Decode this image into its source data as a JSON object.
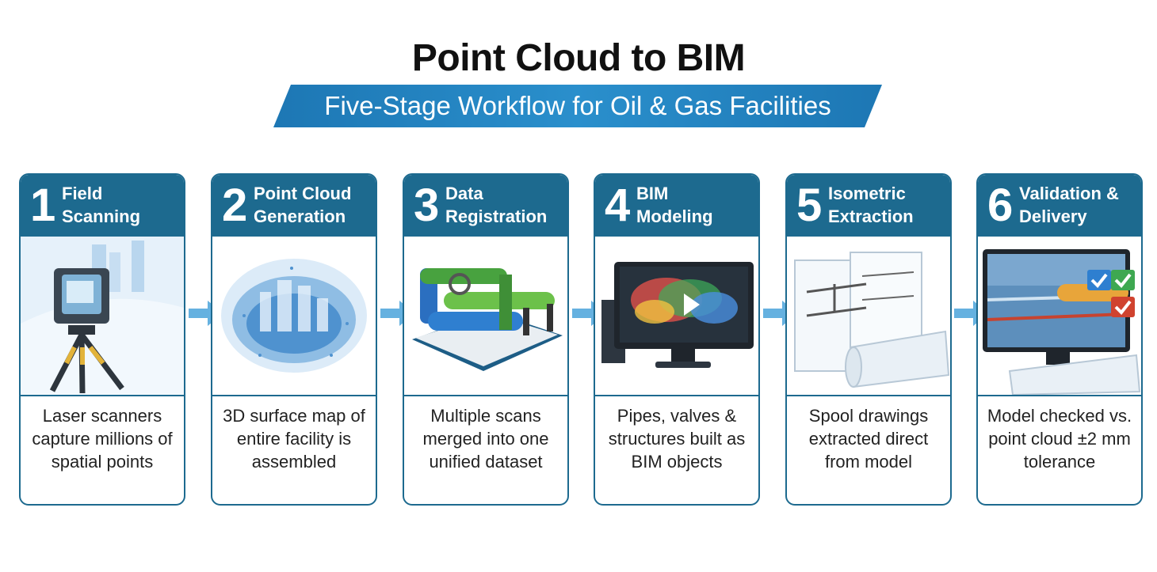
{
  "header": {
    "title": "Point Cloud to BIM",
    "subtitle": "Five-Stage Workflow for Oil & Gas Facilities"
  },
  "colors": {
    "header_bg": "#1d6a8f",
    "banner": "#1d77b4",
    "arrow": "#4aa3da"
  },
  "stages": [
    {
      "number": "1",
      "title": "Field\nScanning",
      "description": "Laser scanners capture millions of spatial points",
      "icon": "laser-scanner-icon"
    },
    {
      "number": "2",
      "title": "Point Cloud\nGeneration",
      "description": "3D surface map of entire facility is assembled",
      "icon": "point-cloud-icon"
    },
    {
      "number": "3",
      "title": "Data\nRegistration",
      "description": "Multiple scans merged into one unified dataset",
      "icon": "pipe-model-icon"
    },
    {
      "number": "4",
      "title": "BIM\nModeling",
      "description": "Pipes, valves & structures built as BIM objects",
      "icon": "monitor-icon"
    },
    {
      "number": "5",
      "title": "Isometric\nExtraction",
      "description": "Spool drawings extracted direct from model",
      "icon": "drawings-icon"
    },
    {
      "number": "6",
      "title": "Validation &\nDelivery",
      "description": "Model checked vs. point cloud ±2 mm tolerance",
      "icon": "validation-icon"
    }
  ]
}
